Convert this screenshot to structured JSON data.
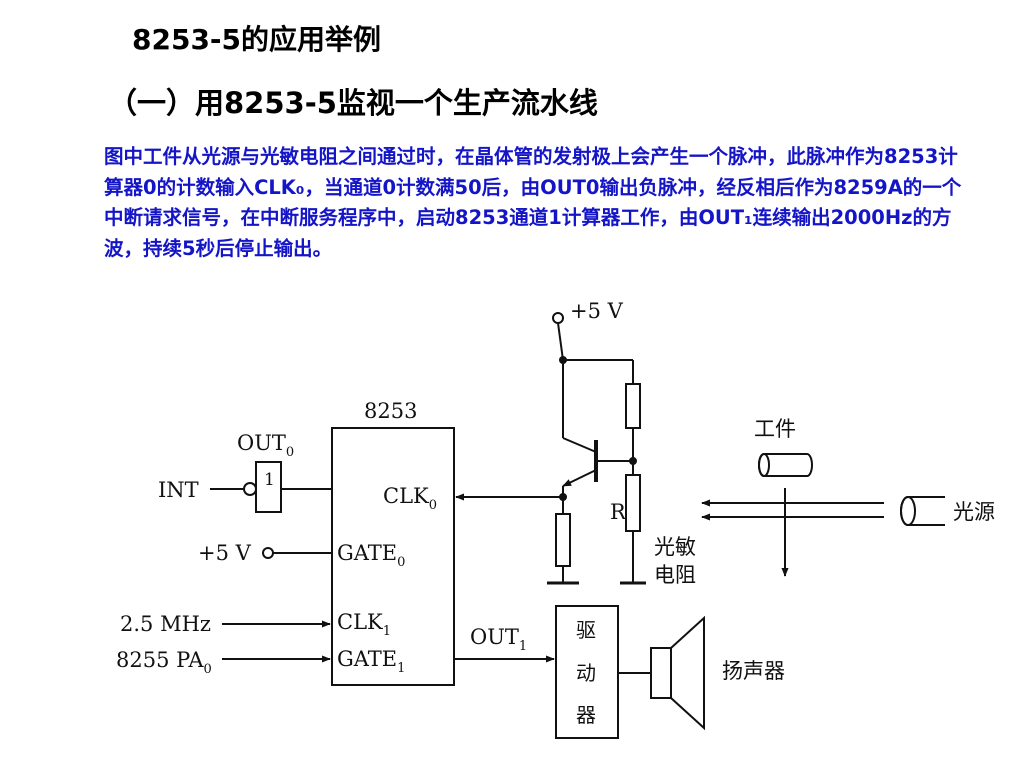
{
  "slide": {
    "title": "8253-5的应用举例",
    "subtitle": "（一）用8253-5监视一个生产流水线",
    "description": "图中工件从光源与光敏电阻之间通过时，在晶体管的发射极上会产生一个脉冲，此脉冲作为8253计算器0的计数输入CLK₀，当通道0计数满50后，由OUT0输出负脉冲，经反相后作为8259A的一个中断请求信号，在中断服务程序中，启动8253通道1计算器工作，由OUT₁连续输出2000Hz的方波，持续5秒后停止输出。"
  },
  "diagram": {
    "chip_label": "8253",
    "out0_label": "OUT",
    "out0_sub": "0",
    "inverter_label": "1",
    "int_label": "INT",
    "clk0_label": "CLK",
    "clk0_sub": "0",
    "gate0_label": "GATE",
    "gate0_sub": "0",
    "plus5v_left": "+5 V",
    "clk1_label": "CLK",
    "clk1_sub": "1",
    "gate1_label": "GATE",
    "gate1_sub": "1",
    "input_2_5mhz": "2.5 MHz",
    "input_8255": "8255 PA",
    "input_8255_sub": "0",
    "out1_label": "OUT",
    "out1_sub": "1",
    "plus5v_top": "+5 V",
    "r_label": "R",
    "photoresistor_line1": "光敏",
    "photoresistor_line2": "电阻",
    "workpiece_label": "工件",
    "light_source_label": "光源",
    "driver_line1": "驱",
    "driver_line2": "动",
    "driver_line3": "器",
    "speaker_label": "扬声器"
  }
}
